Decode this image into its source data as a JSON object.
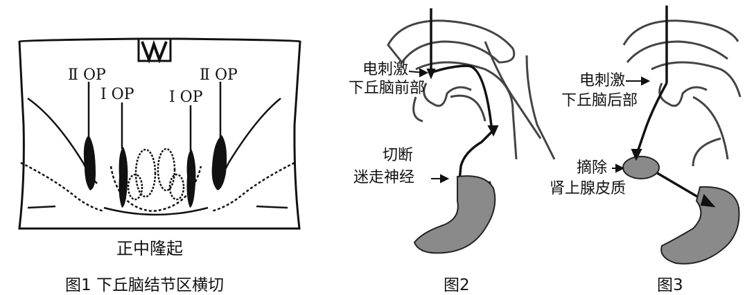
{
  "figure1": {
    "label_2op_left": "Ⅱ OP",
    "label_1op_left": "Ⅰ OP",
    "label_1op_right": "Ⅰ OP",
    "label_2op_right": "Ⅱ OP",
    "label_median_eminence": "正中隆起",
    "caption": "图1 下丘脑结节区横切"
  },
  "figure2": {
    "label_stimulus_line1": "电刺激",
    "label_stimulus_line2": "下丘脑前部",
    "label_cut_line1": "切断",
    "label_cut_line2": "迷走神经",
    "caption": "图2"
  },
  "figure3": {
    "label_stimulus_line1": "电刺激",
    "label_stimulus_line2": "下丘脑后部",
    "label_remove_line1": "摘除",
    "label_remove_line2": "肾上腺皮质",
    "caption": "图3"
  },
  "colors": {
    "ink": "#111111",
    "organ_fill": "#8a8a8a"
  }
}
